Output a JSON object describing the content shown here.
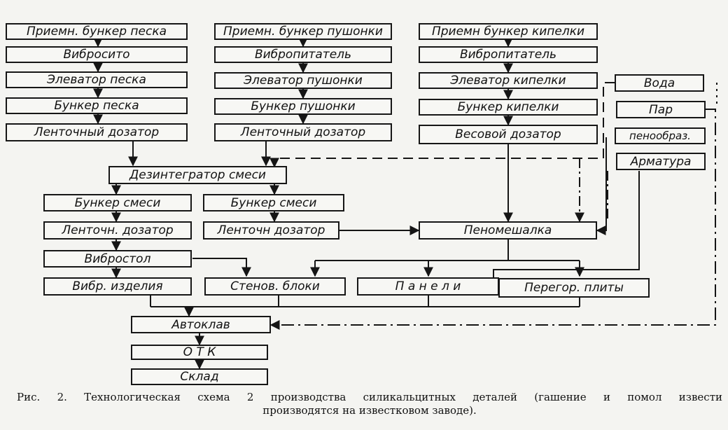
{
  "nodes": {
    "sand_hopper": "Приемн. бункер песка",
    "vibrosieve": "Вибросито",
    "sand_elevator": "Элеватор песка",
    "sand_bunker": "Бункер   песка",
    "sand_belt_dozer": "Ленточный дозатор",
    "ash_hopper": "Приемн. бункер пушонки",
    "ash_vibrofeeder": "Вибропитатель",
    "ash_elevator": "Элеватор пушонки",
    "ash_bunker": "Бункер пушонки",
    "ash_belt_dozer": "Ленточный дозатор",
    "kip_hopper": "Приемн бункер кипелки",
    "kip_vibrofeeder": "Вибропитатель",
    "kip_elevator": "Элеватор кипелки",
    "kip_bunker": "Бункер кипелки",
    "weight_dozer": "Весовой дозатор",
    "water": "Вода",
    "steam": "Пар",
    "foam_agent": "пенообраз.",
    "armature": "Арматура",
    "disintegrator": "Дезинтегратор смеси",
    "mix_bunker_1": "Бункер смеси",
    "mix_bunker_2": "Бункер смеси",
    "belt_dozer_1": "Ленточн. дозатор",
    "belt_dozer_2": "Ленточн дозатор",
    "foam_mixer": "Пеномешалка",
    "vibrotable": "Вибростол",
    "vibro_products": "Вибр. изделия",
    "wall_blocks": "Стенов. блоки",
    "panels": "П а н е л и",
    "partition_slabs": "Перегор. плиты",
    "autoclave": "Автоклав",
    "otk": "О Т К",
    "warehouse": "Склад"
  },
  "caption": {
    "line1": [
      "Рис.",
      "2.",
      "Технологическая",
      "схема",
      "2",
      "производства",
      "силикальцитных",
      "деталей",
      "(гашение",
      "и",
      "помол",
      "извести"
    ],
    "line2": "производятся на известковом заводе)."
  }
}
